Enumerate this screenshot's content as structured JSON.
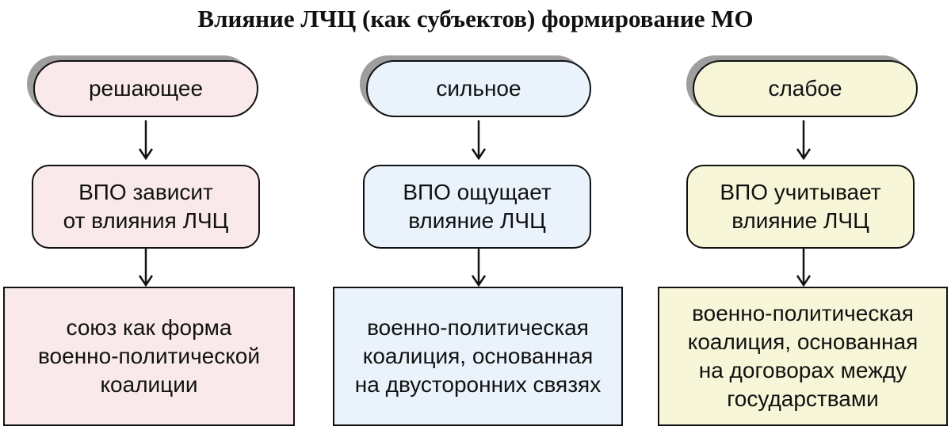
{
  "title": "Влияние ЛЧЦ (как субъектов) формирование МО",
  "colors": {
    "column1_fill": "#f9e9ea",
    "column2_fill": "#eaf3fc",
    "column3_fill": "#f8f6d8",
    "border": "#111111",
    "shadow": "#9e9e9e"
  },
  "columns": [
    {
      "degree": "решающее",
      "effect": "ВПО зависит\nот влияния ЛЧЦ",
      "outcome": "союз как форма\nвоенно-политической\nкоалиции"
    },
    {
      "degree": "сильное",
      "effect": "ВПО ощущает\nвлияние ЛЧЦ",
      "outcome": "военно-политическая\nкоалиция, основанная\nна двусторонних связях"
    },
    {
      "degree": "слабое",
      "effect": "ВПО учитывает\nвлияние ЛЧЦ",
      "outcome": "военно-политическая\nкоалиция, основанная\nна договорах между\nгосударствами"
    }
  ]
}
